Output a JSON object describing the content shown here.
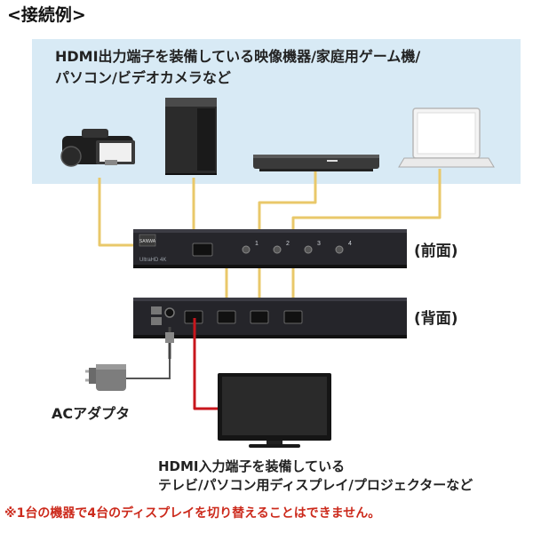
{
  "heading": "<接続例>",
  "sources": {
    "caption_line1": "HDMI出力端子を装備している映像機器/家庭用ゲーム機/",
    "caption_line2": "パソコン/ビデオカメラなど"
  },
  "switch": {
    "front_label": "(前面)",
    "back_label": "(背面)",
    "model_text": "UltraHD 4K",
    "brand_text": "SANWA",
    "buttons": [
      "1",
      "2",
      "3",
      "4"
    ]
  },
  "adapter": {
    "label": "ACアダプタ"
  },
  "display": {
    "caption_line1": "HDMI入力端子を装備している",
    "caption_line2": "テレビ/パソコン用ディスプレイ/プロジェクターなど"
  },
  "footnote": "※1台の機器で4台のディスプレイを切り替えることはできません。",
  "colors": {
    "panel_bg": "#d8eaf5",
    "input_cable": "#e9c86a",
    "output_cable": "#c8161d",
    "footnote": "#cc2a1c"
  }
}
